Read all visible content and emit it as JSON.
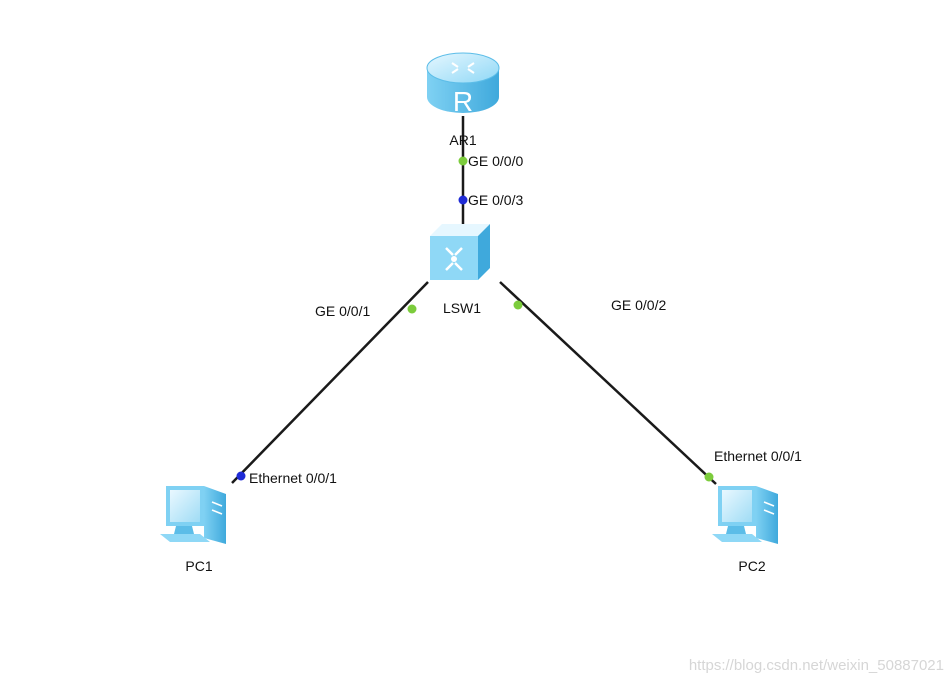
{
  "devices": {
    "router": {
      "label": "AR1",
      "icon": "router-icon"
    },
    "switch": {
      "label": "LSW1",
      "icon": "switch-icon"
    },
    "pc1": {
      "label": "PC1",
      "icon": "pc-icon"
    },
    "pc2": {
      "label": "PC2",
      "icon": "pc-icon"
    }
  },
  "ports": {
    "ar1_ge000": "GE 0/0/0",
    "lsw1_ge003": "GE 0/0/3",
    "lsw1_ge001": "GE 0/0/1",
    "lsw1_ge002": "GE 0/0/2",
    "pc1_eth": "Ethernet 0/0/1",
    "pc2_eth": "Ethernet 0/0/1"
  },
  "watermark": "https://blog.csdn.net/weixin_50887021",
  "colors": {
    "link": "#1a1a1a",
    "port_up": "#7ccc3c",
    "port_selected": "#1f2bd6",
    "device_light": "#bfe9fb",
    "device_mid": "#7fd1f3",
    "device_dark": "#3fa9dc"
  }
}
